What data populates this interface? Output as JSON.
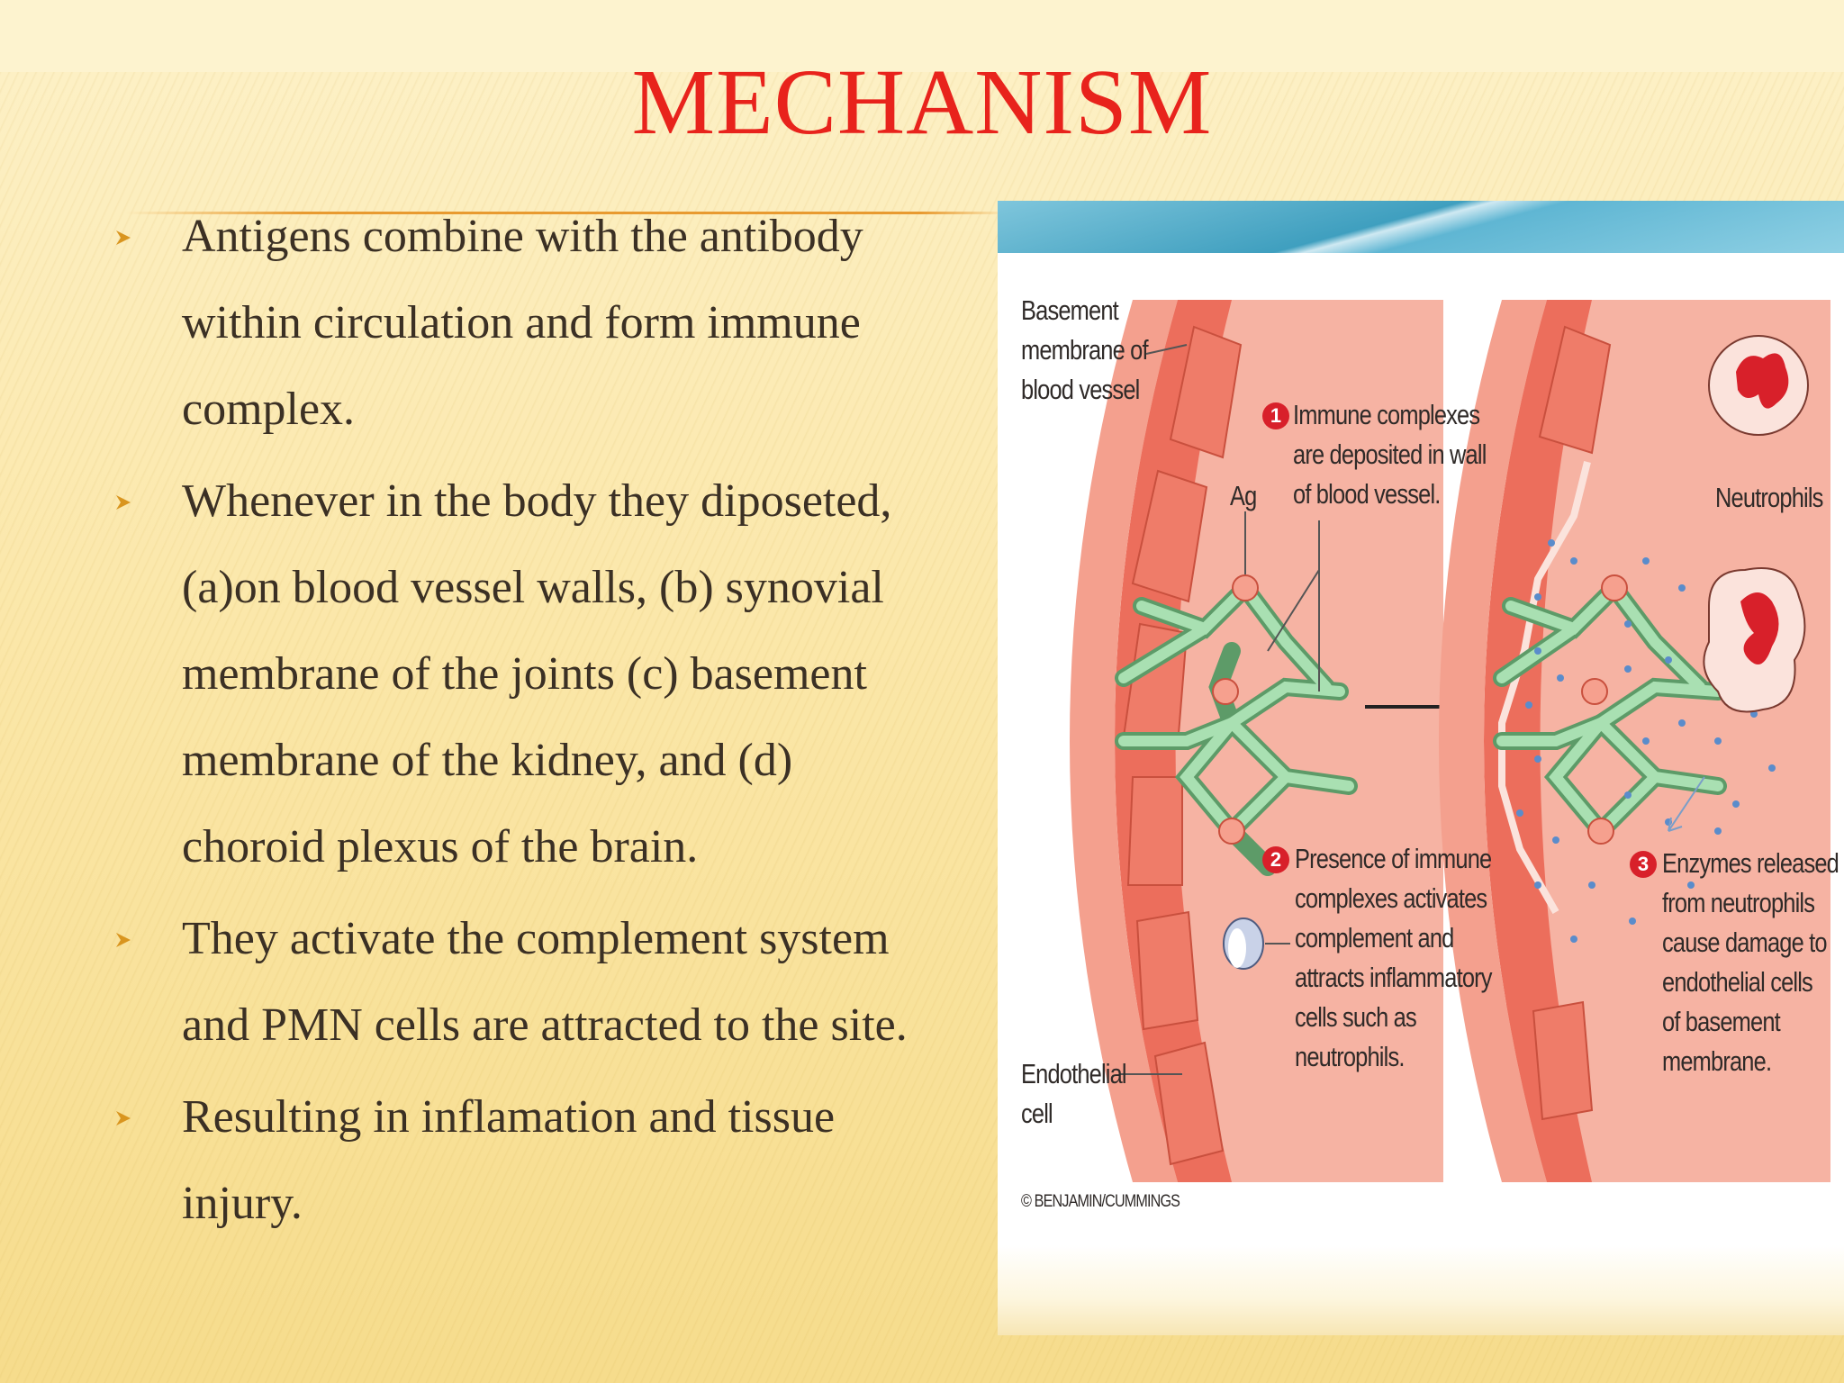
{
  "slide": {
    "title": "MECHANISM",
    "bullets": [
      {
        "lines": [
          "Antigens combine with the antibody",
          "within circulation and form immune",
          "complex."
        ]
      },
      {
        "lines": [
          "Whenever in the body they diposeted,",
          "(a)on blood vessel walls, (b) synovial",
          "membrane of the joints (c) basement",
          "membrane of the kidney, and (d)",
          "choroid plexus of the brain."
        ]
      },
      {
        "lines": [
          "They activate the complement system",
          "and PMN cells are attracted to the site."
        ]
      },
      {
        "lines": [
          "Resulting in inflamation and tissue",
          "injury."
        ]
      }
    ],
    "bullet_icon": "arrow-bullet-icon"
  },
  "figure": {
    "basement_label": [
      "Basement",
      "membrane of",
      "blood vessel"
    ],
    "ag_label": "Ag",
    "step1": {
      "num": "1",
      "lines": [
        "Immune complexes",
        "are deposited in wall",
        "of blood vessel."
      ]
    },
    "neutrophils_label": "Neutrophils",
    "step2": {
      "num": "2",
      "lines": [
        "Presence of immune",
        "complexes activates",
        "complement and",
        "attracts inflammatory",
        "cells such as",
        "neutrophils."
      ]
    },
    "step3": {
      "num": "3",
      "lines": [
        "Enzymes released",
        "from neutrophils",
        "cause damage to",
        "endothelial cells",
        "of basement",
        "membrane."
      ]
    },
    "endothelial_label": [
      "Endothelial",
      "cell"
    ],
    "credit": "© BENJAMIN/CUMMINGS",
    "colors": {
      "vessel_wall": "#ec6e5c",
      "lumen": "#f6b3a3",
      "antibody": "#9fd6a8",
      "antigen": "#f3a08e",
      "step_badge": "#d8202a"
    }
  }
}
